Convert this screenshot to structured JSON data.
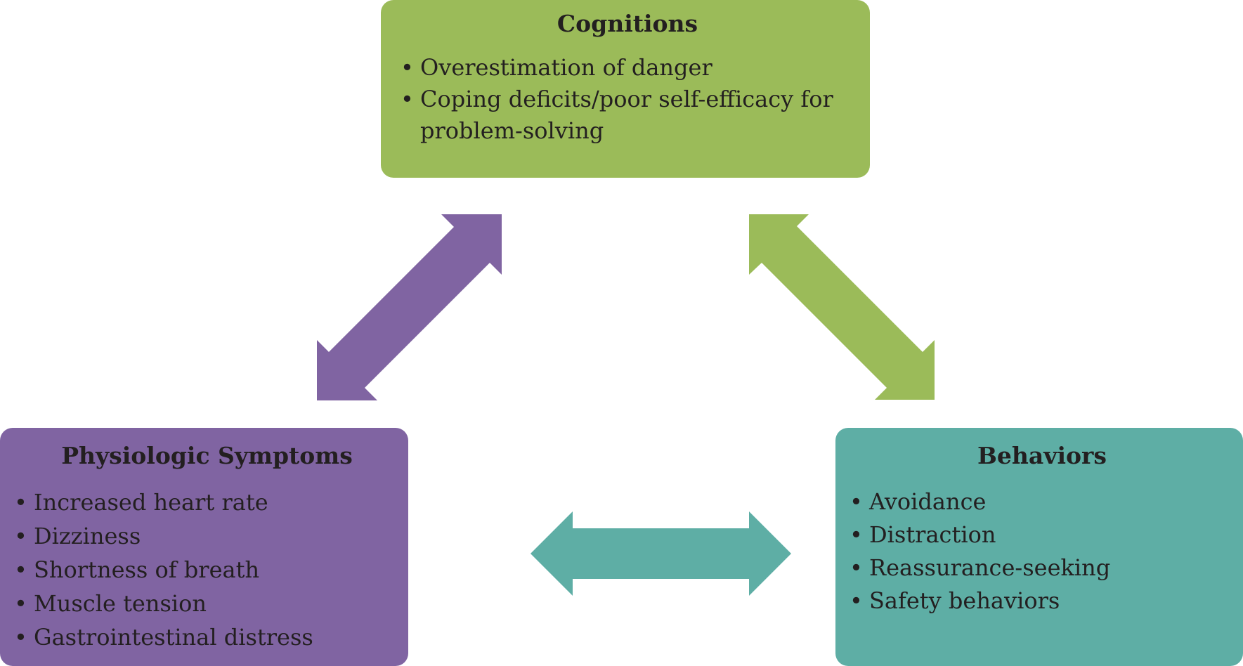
{
  "colors": {
    "cognitions": "#9bbb59",
    "physiologic": "#8064a2",
    "behaviors": "#5eaea5",
    "text": "#231f20"
  },
  "bullet_glyph": "•",
  "cognitions": {
    "title": "Cognitions",
    "items": [
      "Overestimation of danger",
      "Coping deficits/poor self-efficacy for problem-solving"
    ]
  },
  "physiologic": {
    "title": "Physiologic Symptoms",
    "items": [
      "Increased heart rate",
      "Dizziness",
      "Shortness of breath",
      "Muscle tension",
      "Gastrointestinal distress"
    ]
  },
  "behaviors": {
    "title": "Behaviors",
    "items": [
      "Avoidance",
      "Distraction",
      "Reassurance-seeking",
      "Safety behaviors"
    ]
  },
  "arrows": [
    {
      "name": "cognitions-physiologic-arrow",
      "color_key": "physiologic",
      "type": "bidirectional"
    },
    {
      "name": "cognitions-behaviors-arrow",
      "color_key": "cognitions",
      "type": "bidirectional"
    },
    {
      "name": "physiologic-behaviors-arrow",
      "color_key": "behaviors",
      "type": "bidirectional"
    }
  ]
}
